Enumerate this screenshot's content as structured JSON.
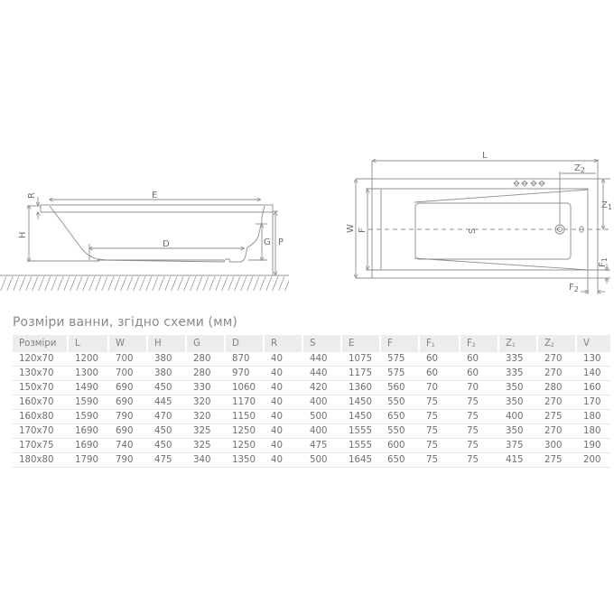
{
  "diagram": {
    "side_view": {
      "labels": {
        "R": "R",
        "E": "E",
        "H": "H",
        "D": "D",
        "G": "G",
        "P": "P"
      }
    },
    "top_view": {
      "labels": {
        "L": "L",
        "Z2": "Z2",
        "Z1": "Z1",
        "W": "W",
        "F": "F",
        "S": "S",
        "F1": "F1",
        "F2": "F2"
      }
    }
  },
  "table": {
    "title": "Розміри ванни, згідно схеми (мм)",
    "columns": [
      "Розміри",
      "L",
      "W",
      "H",
      "G",
      "D",
      "R",
      "S",
      "E",
      "F",
      "F1",
      "F2",
      "Z1",
      "Z2",
      "V"
    ],
    "column_base": [
      "Розміри",
      "L",
      "W",
      "H",
      "G",
      "D",
      "R",
      "S",
      "E",
      "F",
      "F",
      "F",
      "Z",
      "Z",
      "V"
    ],
    "column_sub": [
      "",
      "",
      "",
      "",
      "",
      "",
      "",
      "",
      "",
      "",
      "1",
      "2",
      "1",
      "2",
      ""
    ],
    "rows": [
      [
        "120x70",
        "1200",
        "700",
        "380",
        "280",
        "870",
        "40",
        "440",
        "1075",
        "575",
        "60",
        "60",
        "335",
        "270",
        "130"
      ],
      [
        "130x70",
        "1300",
        "700",
        "380",
        "280",
        "970",
        "40",
        "440",
        "1175",
        "575",
        "60",
        "60",
        "335",
        "270",
        "140"
      ],
      [
        "150x70",
        "1490",
        "690",
        "450",
        "330",
        "1060",
        "40",
        "420",
        "1360",
        "560",
        "70",
        "70",
        "350",
        "280",
        "160"
      ],
      [
        "160x70",
        "1590",
        "690",
        "445",
        "320",
        "1170",
        "40",
        "400",
        "1450",
        "550",
        "75",
        "75",
        "350",
        "270",
        "170"
      ],
      [
        "160x80",
        "1590",
        "790",
        "470",
        "320",
        "1150",
        "40",
        "500",
        "1450",
        "650",
        "75",
        "75",
        "400",
        "275",
        "180"
      ],
      [
        "170x70",
        "1690",
        "690",
        "450",
        "325",
        "1250",
        "40",
        "400",
        "1555",
        "550",
        "75",
        "75",
        "350",
        "270",
        "180"
      ],
      [
        "170x75",
        "1690",
        "740",
        "450",
        "325",
        "1250",
        "40",
        "475",
        "1555",
        "600",
        "75",
        "75",
        "375",
        "300",
        "190"
      ],
      [
        "180x80",
        "1790",
        "790",
        "475",
        "340",
        "1350",
        "40",
        "500",
        "1645",
        "650",
        "75",
        "75",
        "415",
        "275",
        "200"
      ]
    ]
  },
  "colors": {
    "line": "#8c8c8c",
    "header_bg": "#ececec",
    "text": "#6e6e6e",
    "row_border": "#e6e6e6"
  }
}
